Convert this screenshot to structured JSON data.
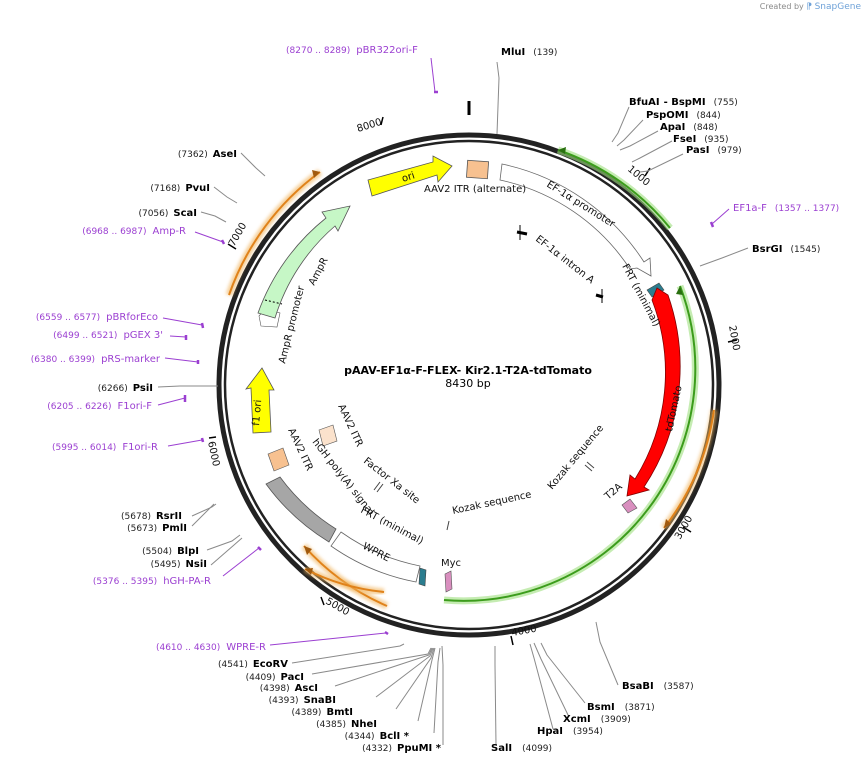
{
  "credit": {
    "prefix": "Created by",
    "brand": "SnapGene"
  },
  "plasmid": {
    "name": "pAAV-EF1α-F-FLEX- Kir2.1-T2A-tdTomato",
    "size": "8430 bp",
    "total": 8430
  },
  "ticks": [
    {
      "label": "1000",
      "bp": 1000
    },
    {
      "label": "2000",
      "bp": 2000
    },
    {
      "label": "3000",
      "bp": 3000
    },
    {
      "label": "4000",
      "bp": 4000
    },
    {
      "label": "5000",
      "bp": 5000
    },
    {
      "label": "6000",
      "bp": 6000
    },
    {
      "label": "7000",
      "bp": 7000
    },
    {
      "label": "8000",
      "bp": 8000
    }
  ],
  "sites": [
    {
      "name": "MluI",
      "pos": "(139)",
      "bp": 139
    },
    {
      "name": "BfuAI",
      "pos": "",
      "bp": 755,
      "extra": "- BspMI",
      "extrapos": "(755)"
    },
    {
      "name": "PspOMI",
      "pos": "(844)",
      "bp": 844
    },
    {
      "name": "ApaI",
      "pos": "(848)",
      "bp": 848
    },
    {
      "name": "FseI",
      "pos": "(935)",
      "bp": 935
    },
    {
      "name": "PasI",
      "pos": "(979)",
      "bp": 979
    },
    {
      "name": "BsrGI",
      "pos": "(1545)",
      "bp": 1545
    },
    {
      "name": "BsaBI",
      "pos": "(3587)",
      "bp": 3587
    },
    {
      "name": "BsmI",
      "pos": "(3871)",
      "bp": 3871
    },
    {
      "name": "XcmI",
      "pos": "(3909)",
      "bp": 3909
    },
    {
      "name": "HpaI",
      "pos": "(3954)",
      "bp": 3954
    },
    {
      "name": "SalI",
      "pos": "(4099)",
      "bp": 4099
    },
    {
      "name": "PpuMI *",
      "pos": "(4332)",
      "bp": 4332
    },
    {
      "name": "BclI *",
      "pos": "(4344)",
      "bp": 4344
    },
    {
      "name": "NheI",
      "pos": "(4385)",
      "bp": 4385
    },
    {
      "name": "BmtI",
      "pos": "(4389)",
      "bp": 4389
    },
    {
      "name": "SnaBI",
      "pos": "(4393)",
      "bp": 4393
    },
    {
      "name": "AscI",
      "pos": "(4398)",
      "bp": 4398
    },
    {
      "name": "PacI",
      "pos": "(4409)",
      "bp": 4409
    },
    {
      "name": "EcoRV",
      "pos": "(4541)",
      "bp": 4541
    },
    {
      "name": "NsiI",
      "pos": "(5495)",
      "bp": 5495
    },
    {
      "name": "BlpI",
      "pos": "(5504)",
      "bp": 5504
    },
    {
      "name": "PmlI",
      "pos": "(5673)",
      "bp": 5673
    },
    {
      "name": "RsrII",
      "pos": "(5678)",
      "bp": 5678
    },
    {
      "name": "PsiI",
      "pos": "(6266)",
      "bp": 6266
    },
    {
      "name": "ScaI",
      "pos": "(7056)",
      "bp": 7056
    },
    {
      "name": "PvuI",
      "pos": "(7168)",
      "bp": 7168
    },
    {
      "name": "AseI",
      "pos": "(7362)",
      "bp": 7362
    }
  ],
  "primers": [
    {
      "name": "pBR322ori-F",
      "pos": "(8270 .. 8289)"
    },
    {
      "name": "EF1a-F",
      "pos": "(1357 .. 1377)"
    },
    {
      "name": "Amp-R",
      "pos": "(6968 .. 6987)"
    },
    {
      "name": "pBRforEco",
      "pos": "(6559 .. 6577)"
    },
    {
      "name": "pGEX 3'",
      "pos": "(6499 .. 6521)"
    },
    {
      "name": "pRS-marker",
      "pos": "(6380 .. 6399)"
    },
    {
      "name": "F1ori-F",
      "pos": "(6205 .. 6226)"
    },
    {
      "name": "F1ori-R",
      "pos": "(5995 .. 6014)"
    },
    {
      "name": "hGH-PA-R",
      "pos": "(5376 .. 5395)"
    },
    {
      "name": "WPRE-R",
      "pos": "(4610 .. 4630)"
    }
  ],
  "features": [
    {
      "name": "ori",
      "color": "#ffff00"
    },
    {
      "name": "AAV2 ITR (alternate)",
      "color": "#f7c190"
    },
    {
      "name": "EF-1α promoter",
      "color": "#ffffff"
    },
    {
      "name": "EF-1α intron A",
      "color": "#000000"
    },
    {
      "name": "FRT (minimal)",
      "color": "#2b7d8f"
    },
    {
      "name": "tdTomato",
      "color": "#ff0000"
    },
    {
      "name": "T2A",
      "color": "#d98fbf"
    },
    {
      "name": "Kozak sequence",
      "color": "#808080"
    },
    {
      "name": "Kozak sequence",
      "color": "#808080"
    },
    {
      "name": "Myc",
      "color": "#d98fbf"
    },
    {
      "name": "FRT (minimal)",
      "color": "#2b7d8f"
    },
    {
      "name": "WPRE",
      "color": "#ffffff"
    },
    {
      "name": "hGH poly(A) signal",
      "color": "#a6a6a6"
    },
    {
      "name": "Factor Xa site",
      "color": "#808080"
    },
    {
      "name": "AAV2 ITR",
      "color": "#f7c190"
    },
    {
      "name": "AAV2 ITR",
      "color": "#fbe2cc"
    },
    {
      "name": "f1 ori",
      "color": "#ffff00"
    },
    {
      "name": "AmpR promoter",
      "color": "#ffffff"
    },
    {
      "name": "AmpR",
      "color": "#c6f7c6"
    }
  ]
}
